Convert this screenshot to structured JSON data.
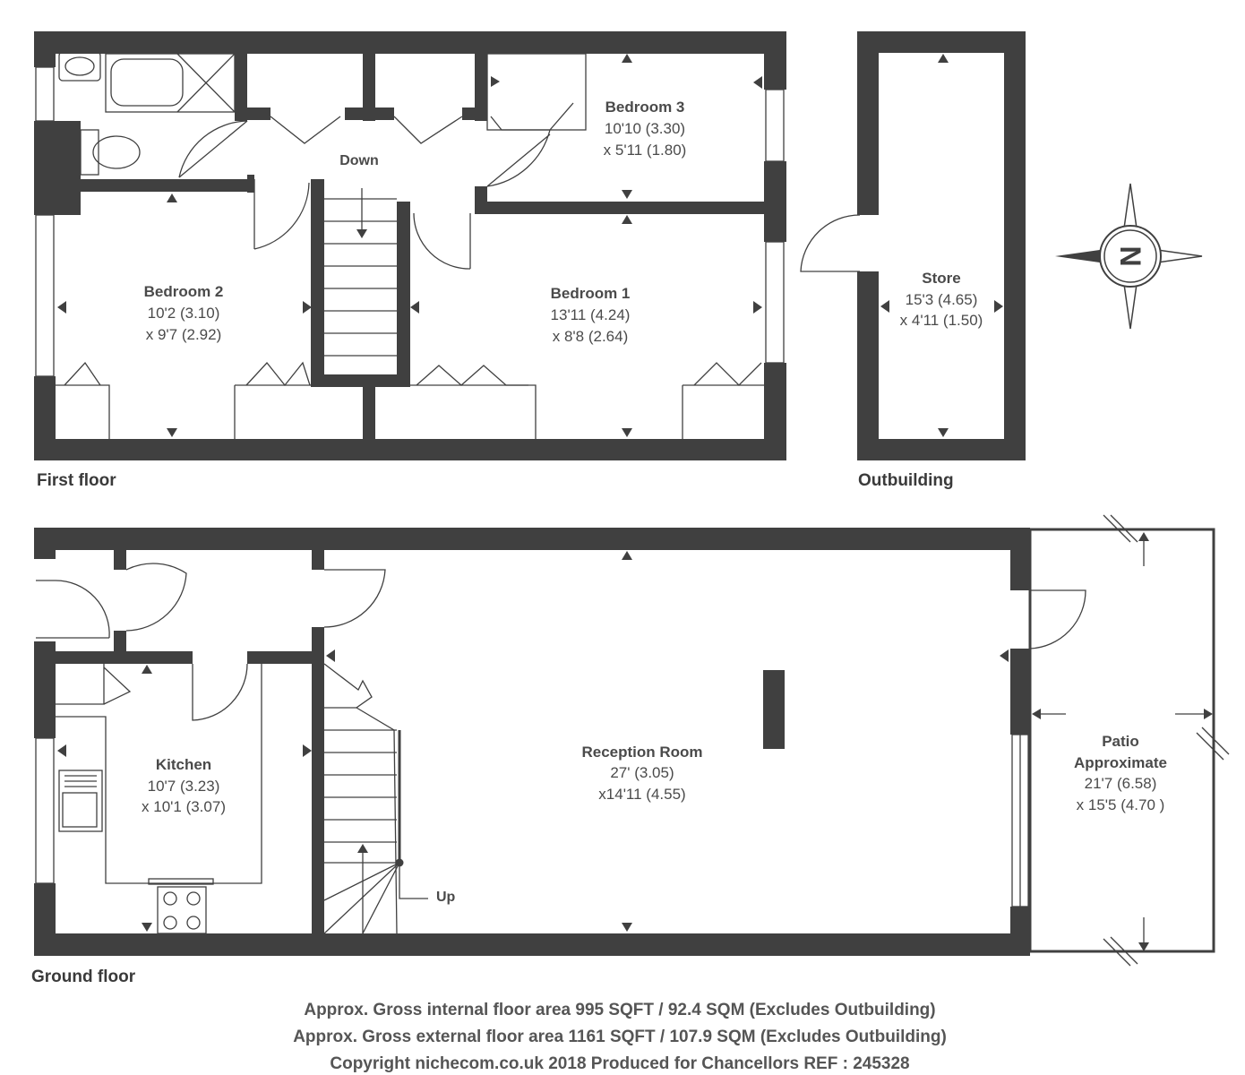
{
  "floors": {
    "first_floor_label": "First floor",
    "outbuilding_label": "Outbuilding",
    "ground_floor_label": "Ground floor"
  },
  "rooms": {
    "bedroom3": {
      "name": "Bedroom 3",
      "dim1": "10'10 (3.30)",
      "dim2": "x 5'11 (1.80)"
    },
    "bedroom2": {
      "name": "Bedroom 2",
      "dim1": "10'2 (3.10)",
      "dim2": "x 9'7 (2.92)"
    },
    "bedroom1": {
      "name": "Bedroom 1",
      "dim1": "13'11 (4.24)",
      "dim2": "x 8'8 (2.64)"
    },
    "store": {
      "name": "Store",
      "dim1": "15'3 (4.65)",
      "dim2": "x 4'11 (1.50)"
    },
    "kitchen": {
      "name": "Kitchen",
      "dim1": "10'7 (3.23)",
      "dim2": "x 10'1 (3.07)"
    },
    "reception": {
      "name": "Reception Room",
      "dim1": "27' (3.05)",
      "dim2": "x14'11 (4.55)"
    },
    "patio": {
      "name": "Patio",
      "name2": "Approximate",
      "dim1": "21'7 (6.58)",
      "dim2": "x 15'5 (4.70 )"
    }
  },
  "stairs": {
    "down_label": "Down",
    "up_label": "Up"
  },
  "compass": {
    "letter": "N"
  },
  "footer": {
    "line1": "Approx. Gross internal floor area 995 SQFT / 92.4 SQM (Excludes Outbuilding)",
    "line2": "Approx. Gross external floor area 1161 SQFT / 107.9  SQM (Excludes Outbuilding)",
    "line3": "Copyright nichecom.co.uk 2018 Produced for Chancellors  REF : 245328"
  },
  "colors": {
    "wall": "#404040",
    "text": "#4a4a4a",
    "footer_text": "#555555"
  }
}
